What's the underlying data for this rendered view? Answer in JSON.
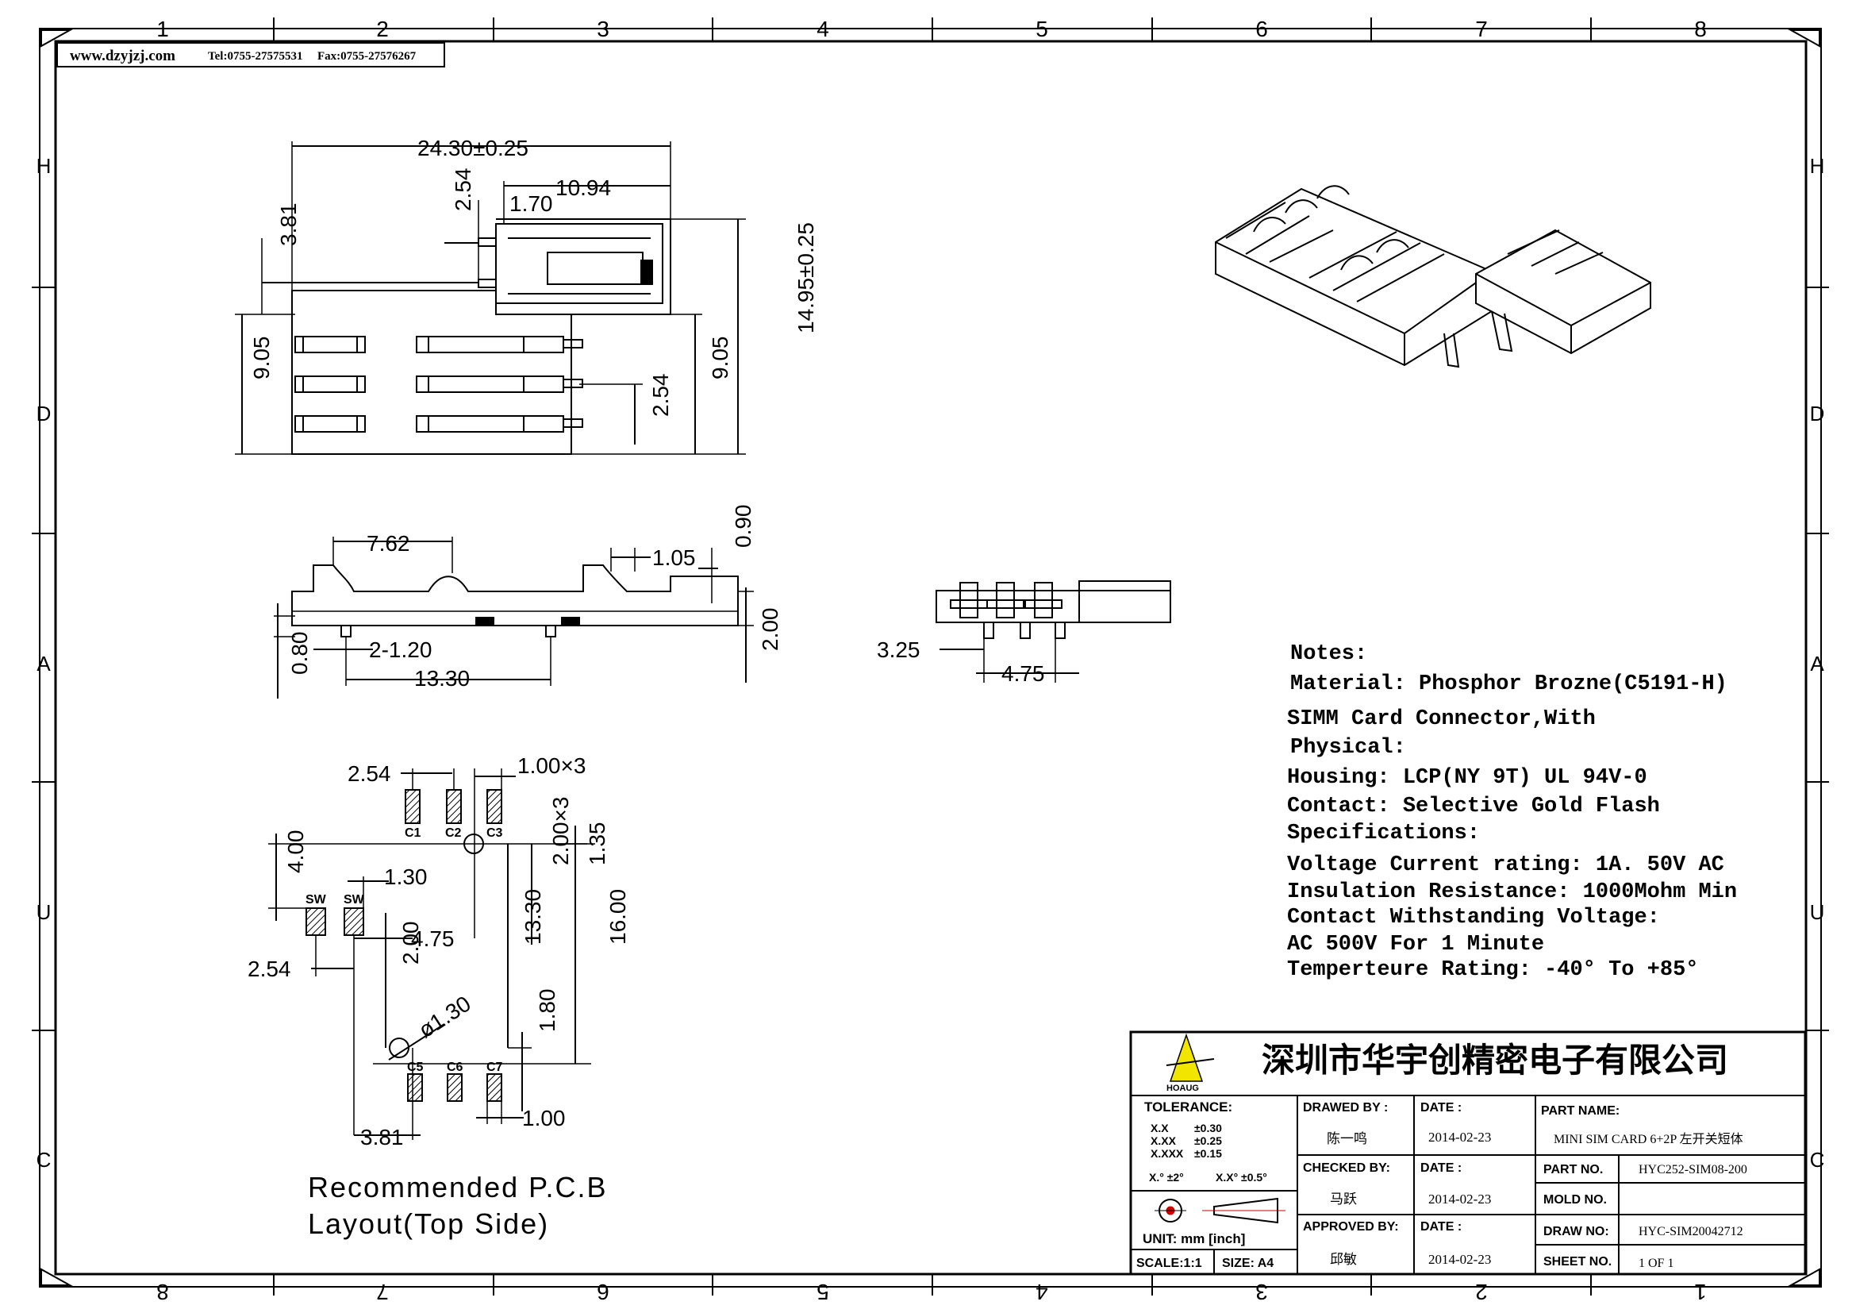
{
  "header": {
    "website": "www.dzyjzj.com",
    "tel": "Tel:0755-27575531",
    "fax": "Fax:0755-27576267"
  },
  "frame": {
    "top_columns": [
      "1",
      "2",
      "3",
      "4",
      "5",
      "6",
      "7",
      "8"
    ],
    "bottom_columns": [
      "8",
      "7",
      "6",
      "5",
      "4",
      "3",
      "2",
      "1"
    ],
    "rows": [
      "H",
      "D",
      "A",
      "U",
      "C"
    ]
  },
  "top_view": {
    "overall_length": "24.30±0.25",
    "pitch_top": "2.54",
    "offset_top": "1.70",
    "width_right": "10.94",
    "height_left": "3.81",
    "overall_width": "14.95±0.25",
    "row_left": "9.05",
    "row_right": "9.05",
    "pitch_right": "2.54"
  },
  "side_view": {
    "pitch": "7.62",
    "tab": "1.05",
    "gap": "0.90",
    "pins": "2-1.20",
    "span": "13.30",
    "standoff": "0.80",
    "height": "2.00"
  },
  "end_view": {
    "offset": "3.25",
    "span": "4.75"
  },
  "pcb_layout": {
    "pitch_top": "2.54",
    "pad_width": "1.00×3",
    "pad_labels_top": [
      "C1",
      "C2",
      "C3"
    ],
    "pad_labels_bottom": [
      "C5",
      "C6",
      "C7"
    ],
    "sw_labels": [
      "SW",
      "SW"
    ],
    "dim_400": "4.00",
    "dim_130": "1.30",
    "dim_475": "4.75",
    "dim_200": "2.00",
    "dim_254_left": "2.54",
    "dim_1330": "13.30",
    "dim_200x3": "2.00×3",
    "dim_135": "1.35",
    "dim_1600": "16.00",
    "hole": "ø1.30",
    "dim_180": "1.80",
    "dim_100": "1.00",
    "dim_381": "3.81",
    "caption_line1": "Recommended P.C.B",
    "caption_line2": "Layout(Top Side)"
  },
  "notes": {
    "title": "Notes:",
    "lines": [
      "Material: Phosphor Brozne(C5191-H)",
      "SIMM Card Connector,With",
      "Physical:",
      "Housing: LCP(NY 9T) UL 94V-0",
      "Contact: Selective Gold Flash",
      "Specifications:",
      "Voltage Current rating: 1A. 50V AC",
      "Insulation Resistance: 1000Mohm Min",
      "Contact Withstanding Voltage:",
      "AC 500V For 1 Minute",
      "Temperteure Rating: -40° To +85°"
    ]
  },
  "title_block": {
    "company": "深圳市华宇创精密电子有限公司",
    "logo_text": "HOAUG",
    "tolerance_label": "TOLERANCE:",
    "tol_x": "X.X",
    "tol_x_val": "±0.30",
    "tol_xx": "X.XX",
    "tol_xx_val": "±0.25",
    "tol_xxx": "X.XXX",
    "tol_xxx_val": "±0.15",
    "tol_ang": "X.° ±2°",
    "tol_ang2": "X.X° ±0.5°",
    "unit": "UNIT:  mm  [inch]",
    "scale": "SCALE:1:1",
    "size": "SIZE: A4",
    "drawn_by_label": "DRAWED BY :",
    "drawn_by": "陈一鸣",
    "checked_by_label": "CHECKED BY:",
    "checked_by": "马跃",
    "approved_by_label": "APPROVED BY:",
    "approved_by": "邱敏",
    "date_label": "DATE :",
    "date1": "2014-02-23",
    "date2": "2014-02-23",
    "date3": "2014-02-23",
    "part_name_label": "PART NAME:",
    "part_name": "MINI SIM CARD 6+2P 左开关短体",
    "part_no_label": "PART NO.",
    "part_no": "HYC252-SIM08-200",
    "mold_no_label": "MOLD NO.",
    "mold_no": "",
    "draw_no_label": "DRAW NO:",
    "draw_no": "HYC-SIM20042712",
    "sheet_no_label": "SHEET NO.",
    "sheet_no": "1 OF 1"
  }
}
